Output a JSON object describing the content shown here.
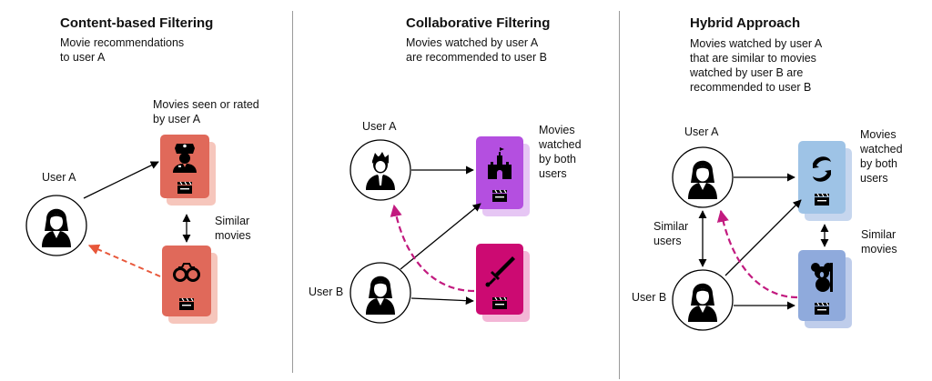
{
  "panels": [
    {
      "title": "Content-based Filtering",
      "subtitle": "Movie recommendations\nto user A",
      "movies_label": "Movies seen or rated\nby user A",
      "user_label": "User A",
      "similar_label": "Similar\nmovies"
    },
    {
      "title": "Collaborative Filtering",
      "subtitle": "Movies watched by user A\nare recommended to user B",
      "user_a_label": "User A",
      "user_b_label": "User B",
      "movies_label": "Movies\nwatched\nby both\nusers"
    },
    {
      "title": "Hybrid Approach",
      "subtitle": "Movies watched by user A\nthat are similar to movies\nwatched by user B are\nrecommended to user B",
      "user_a_label": "User A",
      "user_b_label": "User B",
      "similar_users_label": "Similar\nusers",
      "movies_label": "Movies\nwatched\nby both\nusers",
      "similar_movies_label": "Similar\nmovies"
    }
  ],
  "colors": {
    "card_red": "#e0695a",
    "card_red_shadow": "#f6c6bc",
    "card_purple": "#b44fe0",
    "card_purple_shadow": "#e6c6f4",
    "card_magenta": "#cc0a72",
    "card_magenta_shadow": "#f3b6d6",
    "card_blue": "#9ec3e6",
    "card_blue_shadow": "#c6d6ee",
    "card_indigo": "#8faadc",
    "card_indigo_shadow": "#bfcdeb",
    "arrow_black": "#000000",
    "arrow_dashed_orange": "#e8573a",
    "arrow_dashed_magenta": "#c21a7f"
  },
  "icons": [
    "user-female-icon",
    "user-male-icon",
    "police-officer-icon",
    "handcuffs-icon",
    "castle-icon",
    "sword-icon",
    "dolphins-icon",
    "koala-icon",
    "clapperboard-icon"
  ]
}
